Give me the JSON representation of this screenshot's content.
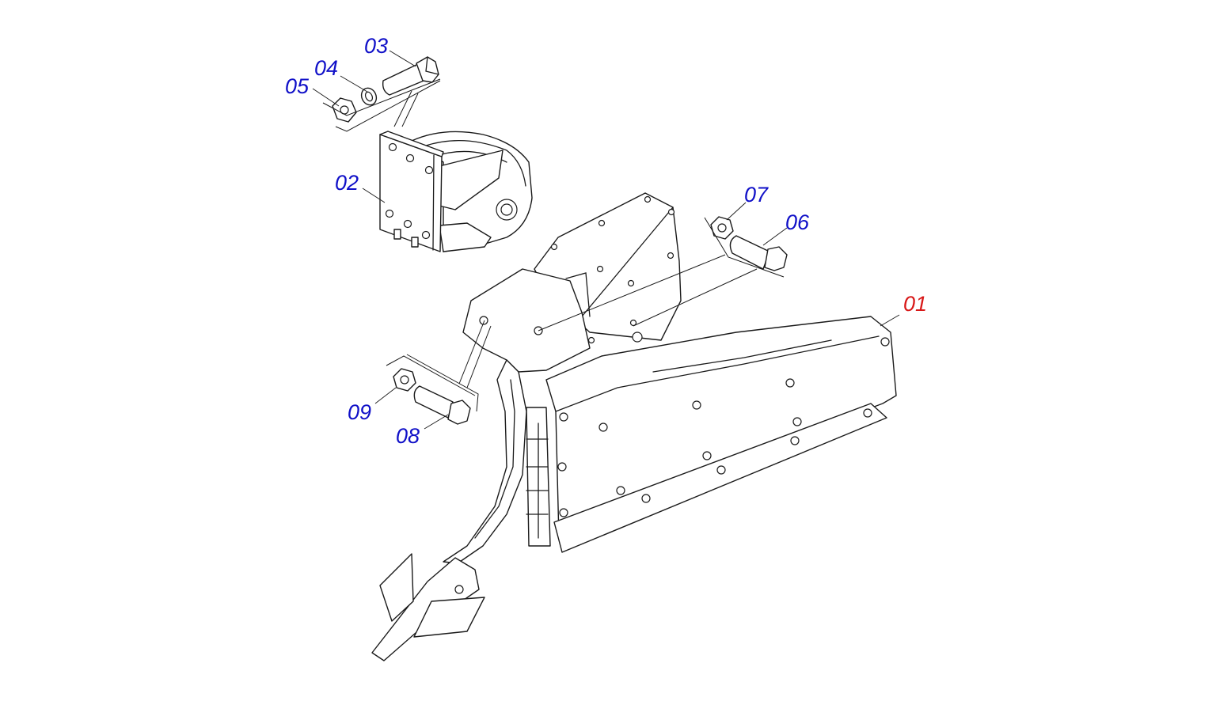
{
  "colors": {
    "line": "#1a1a1a",
    "callout_default": "#1010c8",
    "callout_highlight": "#d81818"
  },
  "callouts": [
    {
      "id": "c01",
      "label": "01",
      "color": "#d81818",
      "highlighted": true
    },
    {
      "id": "c02",
      "label": "02",
      "color": "#1010c8",
      "highlighted": false
    },
    {
      "id": "c03",
      "label": "03",
      "color": "#1010c8",
      "highlighted": false
    },
    {
      "id": "c04",
      "label": "04",
      "color": "#1010c8",
      "highlighted": false
    },
    {
      "id": "c05",
      "label": "05",
      "color": "#1010c8",
      "highlighted": false
    },
    {
      "id": "c06",
      "label": "06",
      "color": "#1010c8",
      "highlighted": false
    },
    {
      "id": "c07",
      "label": "07",
      "color": "#1010c8",
      "highlighted": false
    },
    {
      "id": "c08",
      "label": "08",
      "color": "#1010c8",
      "highlighted": false
    },
    {
      "id": "c09",
      "label": "09",
      "color": "#1010c8",
      "highlighted": false
    }
  ]
}
